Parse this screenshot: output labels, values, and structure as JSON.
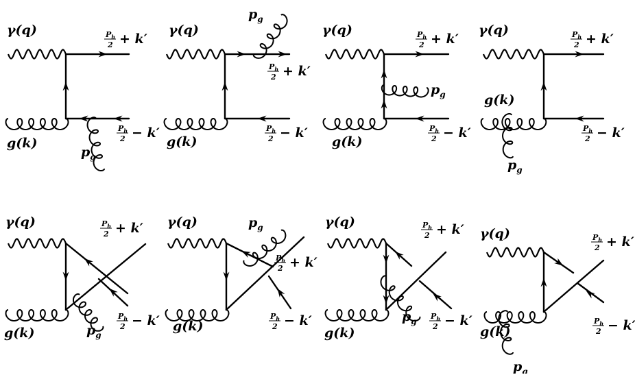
{
  "labels": {
    "photon": "γ(q)",
    "gluon": "g(k)",
    "emitted_gluon": "p",
    "emitted_gluon_sub": "g",
    "frac_num": "P",
    "frac_num_sub": "h",
    "frac_den": "2",
    "plus_k": "+ k′",
    "minus_k": "− k′"
  }
}
